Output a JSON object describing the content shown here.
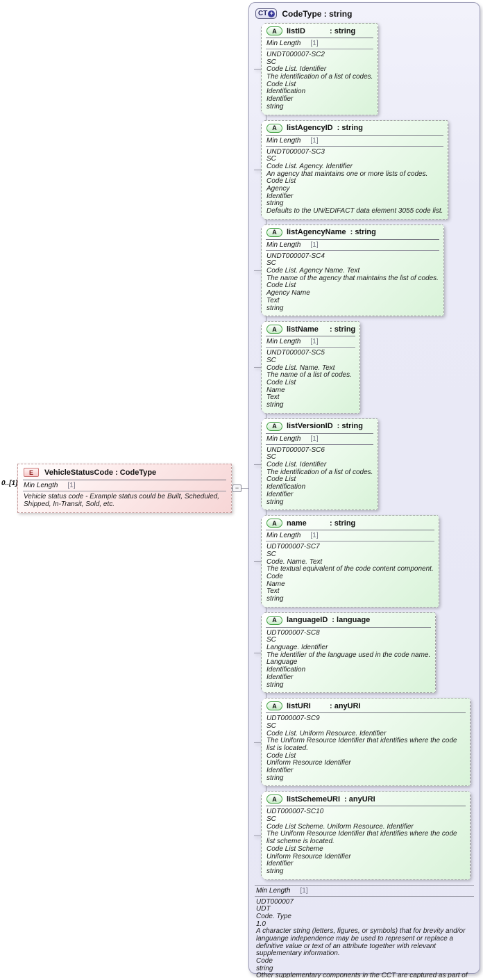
{
  "cardinality": "0..[1]",
  "connector": {
    "collapse_glyph": "−"
  },
  "element": {
    "badge": "E",
    "title": "VehicleStatusCode : CodeType",
    "facet_label": "Min Length",
    "facet_value": "[1]",
    "annotation": "Vehicle status code - Example status could be Built, Scheduled, Shipped, In-Transit, Sold, etc."
  },
  "complex_type": {
    "badge": "CT",
    "badge_plus": "+",
    "title": "CodeType : string",
    "attributes": [
      {
        "badge": "A",
        "name": "listID",
        "type_label": ": string",
        "facet_label": "Min Length",
        "facet_value": "[1]",
        "lines": [
          "UNDT000007-SC2",
          "SC",
          "Code List. Identifier",
          "The identification of a list of codes.",
          "Code List",
          "Identification",
          "Identifier",
          "string"
        ]
      },
      {
        "badge": "A",
        "name": "listAgencyID",
        "type_label": ": string",
        "facet_label": "Min Length",
        "facet_value": "[1]",
        "lines": [
          "UNDT000007-SC3",
          "SC",
          "Code List. Agency. Identifier",
          "An agency that maintains one or more lists of codes.",
          "Code List",
          "Agency",
          "Identifier",
          "string",
          "Defaults to the UN/EDIFACT data element 3055 code list."
        ]
      },
      {
        "badge": "A",
        "name": "listAgencyName",
        "type_label": ": string",
        "facet_label": "Min Length",
        "facet_value": "[1]",
        "lines": [
          "UNDT000007-SC4",
          "SC",
          "Code List. Agency Name. Text",
          "The name of the agency that maintains the list of codes.",
          "Code List",
          "Agency Name",
          "Text",
          "string"
        ]
      },
      {
        "badge": "A",
        "name": "listName",
        "type_label": ": string",
        "facet_label": "Min Length",
        "facet_value": "[1]",
        "lines": [
          "UNDT000007-SC5",
          "SC",
          "Code List. Name. Text",
          "The name of a list of codes.",
          "Code List",
          "Name",
          "Text",
          "string"
        ]
      },
      {
        "badge": "A",
        "name": "listVersionID",
        "type_label": ": string",
        "facet_label": "Min Length",
        "facet_value": "[1]",
        "lines": [
          "UNDT000007-SC6",
          "SC",
          "Code List. Identifier",
          "The identification of a list of codes.",
          "Code List",
          "Identification",
          "Identifier",
          "string"
        ]
      },
      {
        "badge": "A",
        "name": "name",
        "type_label": ": string",
        "facet_label": "Min Length",
        "facet_value": "[1]",
        "lines": [
          "UDT000007-SC7",
          "SC",
          "Code. Name. Text",
          "The textual equivalent of the code content component.",
          "Code",
          "Name",
          "Text",
          "string"
        ]
      },
      {
        "badge": "A",
        "name": "languageID",
        "type_label": ": language",
        "facet_label": null,
        "facet_value": null,
        "lines": [
          "UDT000007-SC8",
          "SC",
          "Language. Identifier",
          "The identifier of the language used in the code name.",
          "Language",
          "Identification",
          "Identifier",
          "string"
        ]
      },
      {
        "badge": "A",
        "name": "listURI",
        "type_label": ": anyURI",
        "facet_label": null,
        "facet_value": null,
        "lines": [
          "UDT000007-SC9",
          "SC",
          "Code List. Uniform Resource. Identifier",
          "The Uniform Resource Identifier that identifies where the code list is located.",
          "Code List",
          "Uniform Resource Identifier",
          "Identifier",
          "string"
        ]
      },
      {
        "badge": "A",
        "name": "listSchemeURI",
        "type_label": ": anyURI",
        "facet_label": null,
        "facet_value": null,
        "lines": [
          "UDT000007-SC10",
          "SC",
          "Code List Scheme. Uniform Resource. Identifier",
          "The Uniform Resource Identifier that identifies where the code list scheme is located.",
          "Code List Scheme",
          "Uniform Resource Identifier",
          "Identifier",
          "string"
        ]
      }
    ],
    "footer": {
      "facet_label": "Min Length",
      "facet_value": "[1]",
      "lines": [
        "UDT000007",
        "UDT",
        "Code. Type",
        "1.0",
        "A character string (letters, figures, or symbols) that for brevity and/or languange independence may be used to represent or replace a definitive value or text of an attribute together with relevant supplementary information.",
        "Code",
        "string",
        "Other supplementary components in the CCT are captured as part of the token and name for the schema module containing the code list and thus, are not declared as attributes."
      ]
    }
  },
  "colors": {
    "container_fill": "#e9e9f6",
    "container_border": "#9a9ab5",
    "attribute_fill": "#d9f3d9",
    "attribute_border": "#9a9a9a",
    "element_fill": "#f7d6d6",
    "element_border": "#c39b9b",
    "badge_green_border": "#3f9f3f",
    "badge_red_border": "#cc7777",
    "badge_blue": "#3a3a9a"
  }
}
